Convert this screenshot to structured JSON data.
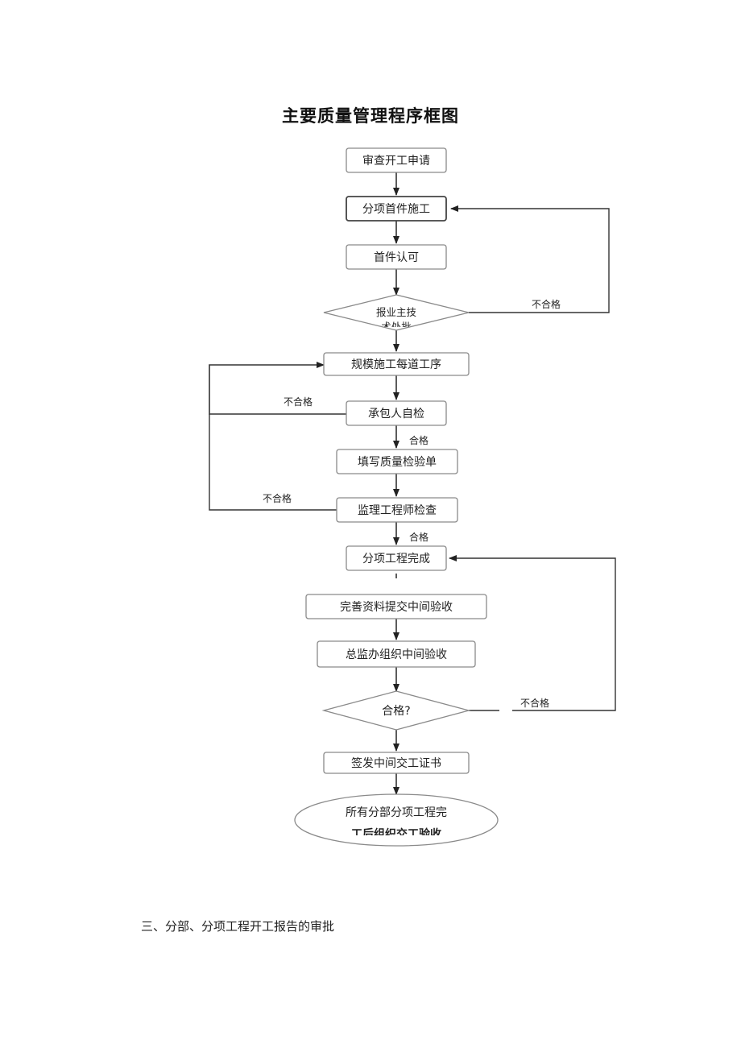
{
  "page": {
    "title": "主要质量管理程序框图",
    "section_heading": "三、分部、分项工程开工报告的审批"
  },
  "flowchart": {
    "nodes": {
      "review_start_application": "审查开工申请",
      "first_piece_construction": "分项首件施工",
      "first_piece_approval": "首件认可",
      "report_to_chief_engineer_line1": "报业主技",
      "report_to_chief_engineer_line2": "术处批",
      "each_process_construction": "规模施工每道工序",
      "contractor_self_check": "承包人自检",
      "fill_quality_inspection_form": "填写质量检验单",
      "supervisor_inspection": "监理工程师检查",
      "sub_item_completion": "分项工程完成",
      "submit_documents_mid_acceptance": "完善资料提交中间验收",
      "chief_supervisor_mid_acceptance": "总监办组织中间验收",
      "qualified_question": "合格?",
      "issue_mid_handover_certificate": "签发中间交工证书",
      "final_acceptance_line1": "所有分部分项工程完",
      "final_acceptance_line2": "工后组织交工验收"
    },
    "edge_labels": {
      "unqualified": "不合格",
      "qualified": "合格"
    }
  }
}
